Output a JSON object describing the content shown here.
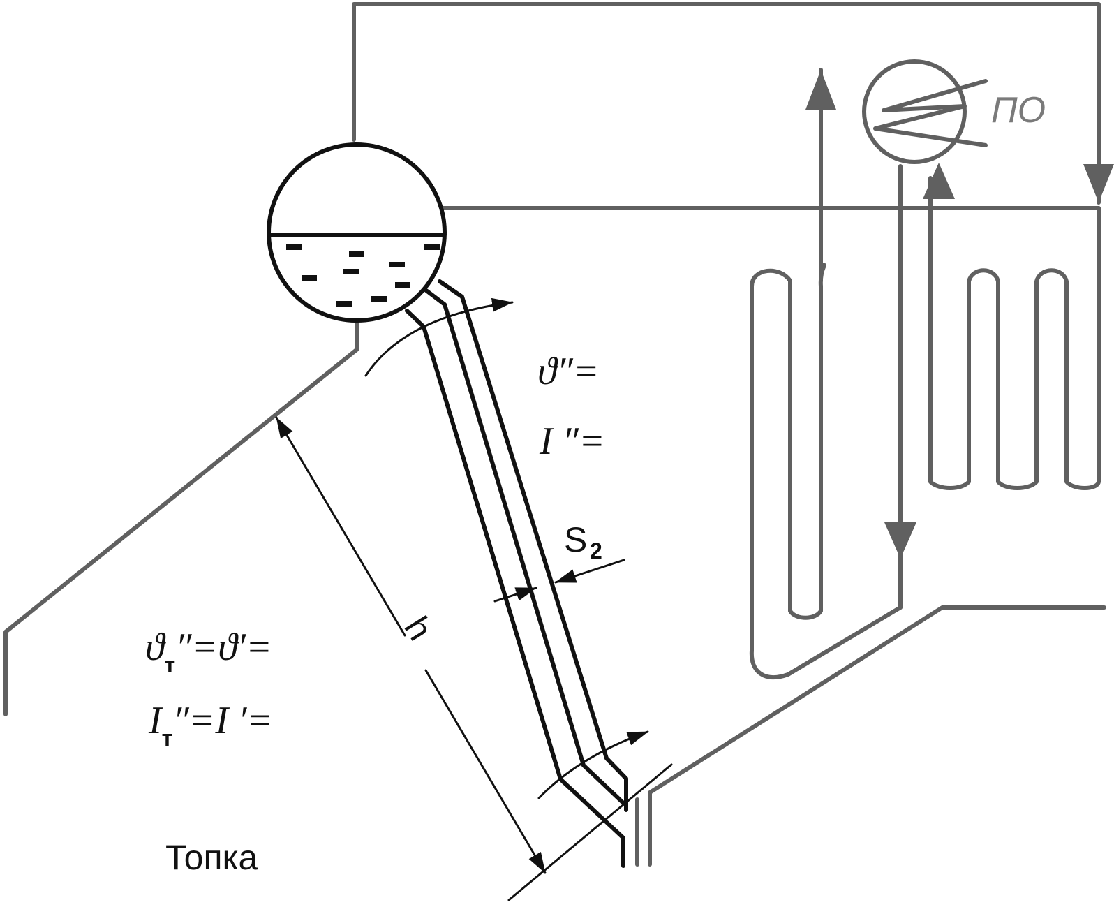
{
  "labels": {
    "theta_out": "ϑ″=",
    "enthalpy_out": "I ″=",
    "s2_main": "S",
    "s2_sub": "2",
    "h": "h",
    "theta_furnace_1": "ϑ",
    "theta_furnace_sub": "т",
    "theta_furnace_2": "″=ϑ′=",
    "enthalpy_furnace_1": "I",
    "enthalpy_furnace_sub": "т",
    "enthalpy_furnace_2": "″=I ′=",
    "furnace": "Топка",
    "superheater": "ПО"
  },
  "colors": {
    "ink": "#111111",
    "gray_line": "#606060",
    "gray_text": "#7a7a7a"
  }
}
